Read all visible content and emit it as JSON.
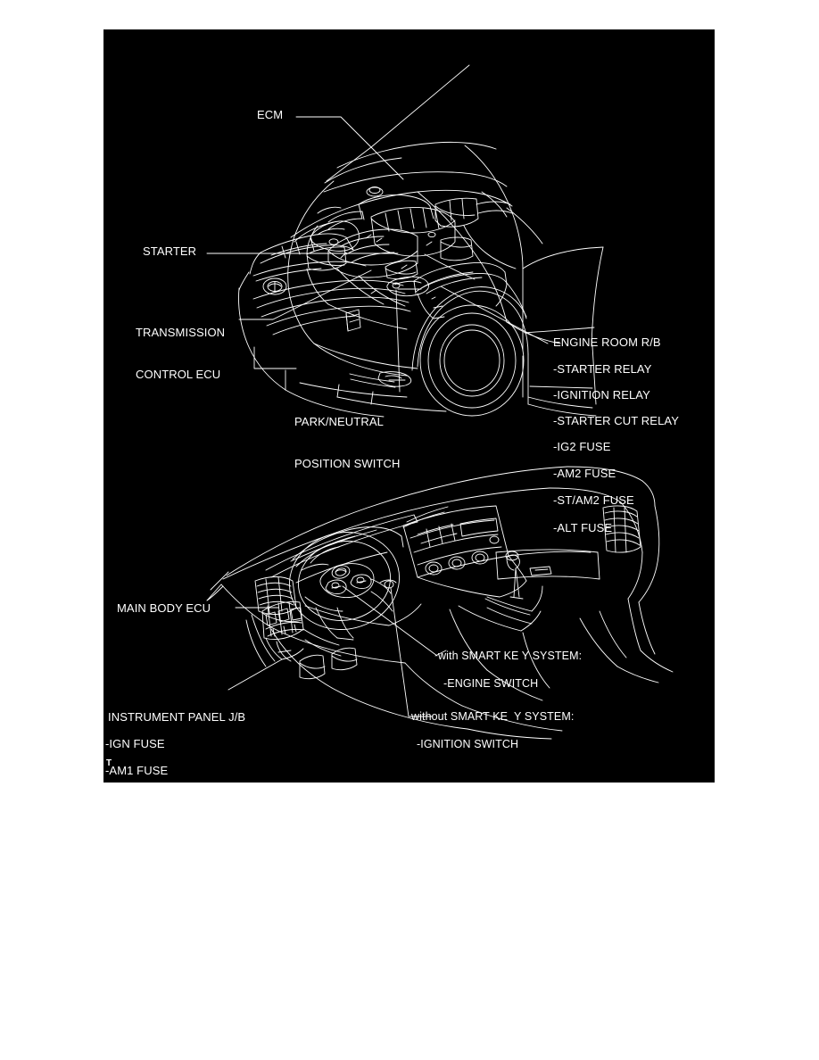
{
  "page": {
    "background_color": "#ffffff",
    "panel_background_color": "#000000",
    "line_color": "#ffffff",
    "corner_mark": "T"
  },
  "diagram": {
    "title_implicit": "Starting System Component Location",
    "views": [
      {
        "name": "engine-compartment-view",
        "description": "Front three-quarter cutaway of engine bay with hood open"
      },
      {
        "name": "instrument-panel-view",
        "description": "Interior dashboard view with steering wheel and console"
      }
    ]
  },
  "labels": {
    "ecm": "ECM",
    "starter": "STARTER",
    "transmission_control_ecu_line1": "TRANSMISSION",
    "transmission_control_ecu_line2": "CONTROL ECU",
    "park_neutral_line1": "PARK/NEUTRAL",
    "park_neutral_line2": "POSITION SWITCH",
    "engine_room_rb": "ENGINE ROOM R/B",
    "engine_room_rb_items": [
      "-STARTER RELAY",
      "-IGNITION RELAY",
      "-STARTER CUT RELAY",
      "-IG2 FUSE",
      "-AM2 FUSE",
      "-ST/AM2 FUSE",
      "-ALT FUSE"
    ],
    "main_body_ecu": "MAIN BODY ECU",
    "instrument_panel_jb": "INSTRUMENT PANEL J/B",
    "instrument_panel_jb_items": [
      "-IGN FUSE",
      "-AM1 FUSE"
    ],
    "with_smart_key": "with SMART KE Y SYSTEM:",
    "with_smart_key_item": "-ENGINE SWITCH",
    "without_smart_key": "without SMART KE  Y SYSTEM:",
    "without_smart_key_item": "-IGNITION SWITCH"
  }
}
